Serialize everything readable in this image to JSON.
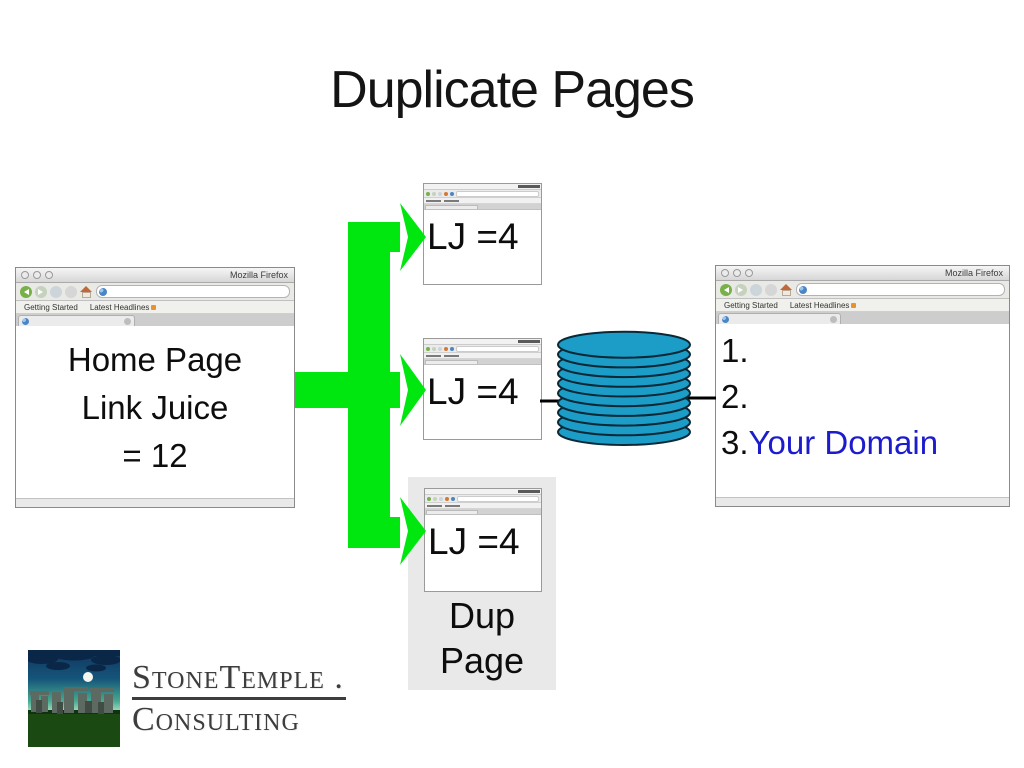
{
  "slide": {
    "title": "Duplicate Pages"
  },
  "colors": {
    "arrow_green": "#00e60f",
    "db_fill": "#1b9dc7",
    "db_stroke": "#0b2836",
    "link_blue": "#1c1ccd",
    "dup_box_bg": "#e9e9e9"
  },
  "browser_chrome": {
    "window_title": "Mozilla Firefox",
    "bookmark_getting_started": "Getting Started",
    "bookmark_latest_headlines": "Latest Headlines"
  },
  "home_window": {
    "lines": [
      "Home Page",
      "Link Juice",
      "= 12"
    ]
  },
  "duplicate_window_label": "LJ =4",
  "results_window": {
    "item1": "1.",
    "item2": "2.",
    "item3_number": "3.",
    "item3_link": "Your Domain"
  },
  "dup_box": {
    "line1": "Dup",
    "line2": "Page"
  },
  "logo": {
    "line1": "StoneTemple .",
    "line2": "Consulting"
  },
  "database": {
    "disc_count": 10
  }
}
